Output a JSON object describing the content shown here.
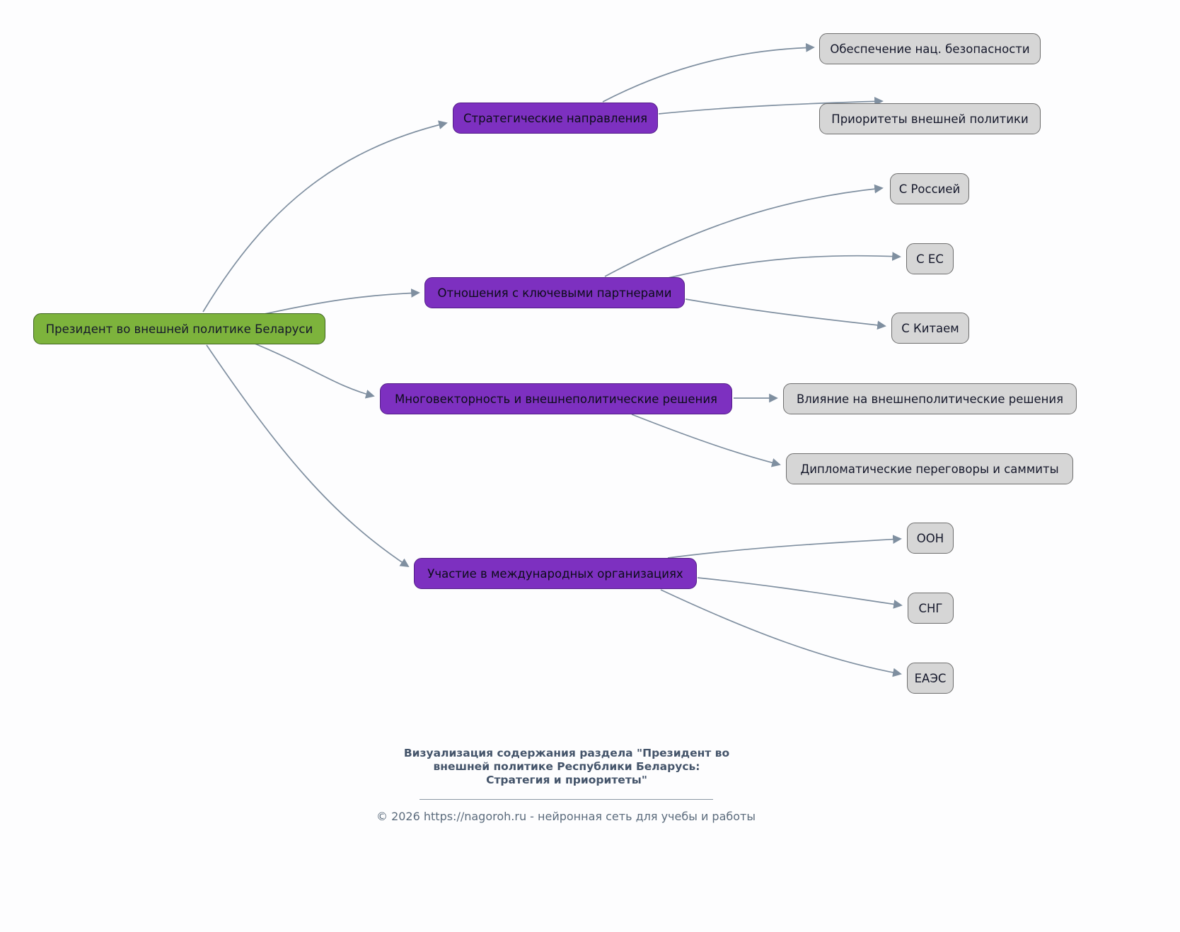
{
  "mindmap": {
    "root": {
      "label": "Президент во внешней политике Беларуси"
    },
    "branches": [
      {
        "label": "Стратегические направления",
        "children": [
          {
            "label": "Обеспечение нац. безопасности"
          },
          {
            "label": "Приоритеты внешней политики"
          }
        ]
      },
      {
        "label": "Отношения с ключевыми партнерами",
        "children": [
          {
            "label": "С Россией"
          },
          {
            "label": "С ЕС"
          },
          {
            "label": "С Китаем"
          }
        ]
      },
      {
        "label": "Многовекторность и внешнеполитические решения",
        "children": [
          {
            "label": "Влияние на внешнеполитические решения"
          },
          {
            "label": "Дипломатические переговоры и саммиты"
          }
        ]
      },
      {
        "label": "Участие в международных организациях",
        "children": [
          {
            "label": "ООН"
          },
          {
            "label": "СНГ"
          },
          {
            "label": "ЕАЭС"
          }
        ]
      }
    ]
  },
  "footer": {
    "caption_lines": [
      "Визуализация содержания раздела \"Президент во",
      "внешней политике Республики Беларусь:",
      "Стратегия и приоритеты\""
    ],
    "copyright": "© 2026 https://nagoroh.ru - нейронная сеть для учебы и работы"
  },
  "colors": {
    "root_fill": "#7db33c",
    "root_border": "#3f6420",
    "branch_fill": "#7d30c0",
    "branch_border": "#521d86",
    "leaf_fill": "#d6d6d6",
    "leaf_border": "#6e6e6e",
    "edge": "#7f8fa0",
    "text": "#15182b",
    "footer_text": "#44546a"
  }
}
